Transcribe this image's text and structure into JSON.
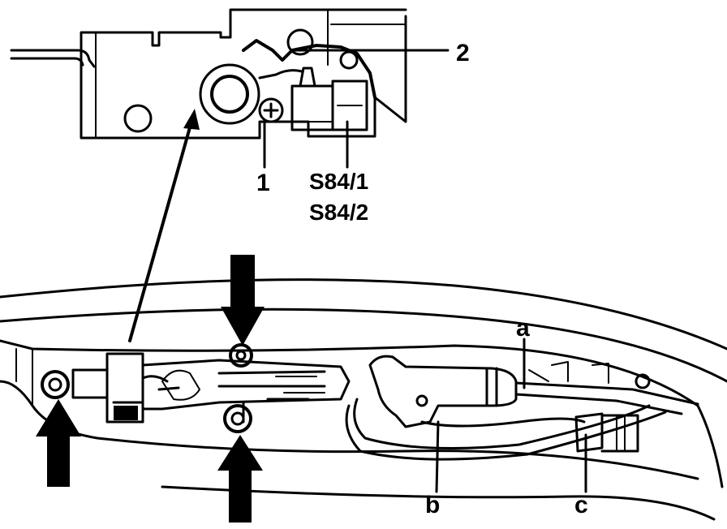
{
  "labels": {
    "part_1": "1",
    "part_2": "2",
    "switch_a": "S84/1",
    "switch_b": "S84/2",
    "wire_a": "a",
    "wire_b": "b",
    "wire_c": "c"
  },
  "colors": {
    "ink": "#000000",
    "paper": "#ffffff"
  }
}
